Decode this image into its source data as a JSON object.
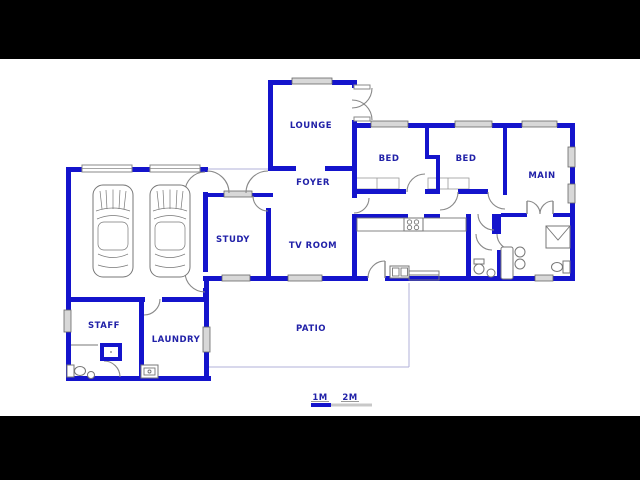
{
  "rooms": {
    "lounge": {
      "label": "LOUNGE"
    },
    "foyer": {
      "label": "FOYER"
    },
    "bed1": {
      "label": "BED"
    },
    "bed2": {
      "label": "BED"
    },
    "main": {
      "label": "MAIN"
    },
    "study": {
      "label": "STUDY"
    },
    "tv": {
      "label": "TV ROOM"
    },
    "staff": {
      "label": "STAFF"
    },
    "laundry": {
      "label": "LAUNDRY"
    },
    "patio": {
      "label": "PATIO"
    }
  },
  "scale_bar": {
    "label_1m": "1M",
    "label_2m": "2M"
  },
  "colors": {
    "wall": "#1414cc",
    "label_text": "#2121a8",
    "door_arc": "#888888",
    "window_fill": "#d8d8d8",
    "thin_line": "#b2b2da",
    "background": "#ffffff",
    "letterbox": "#000000"
  }
}
